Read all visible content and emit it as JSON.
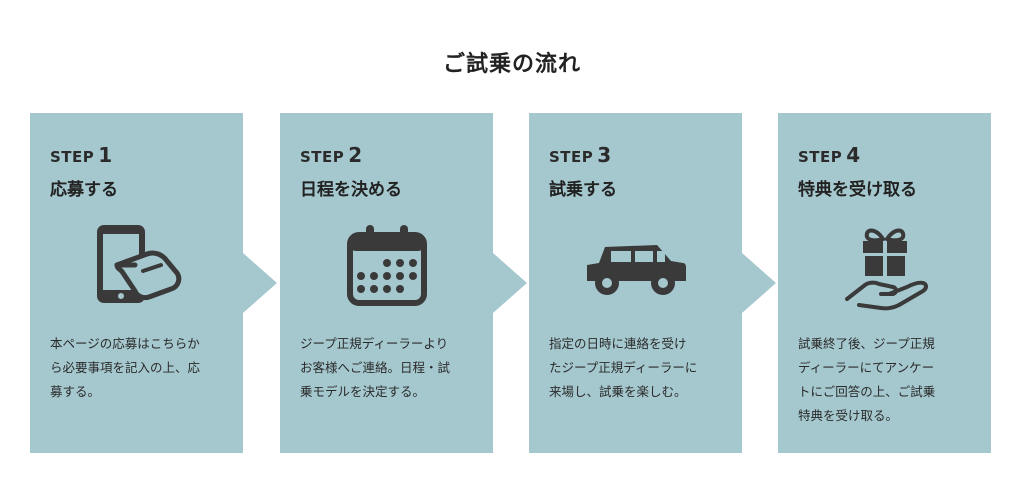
{
  "page": {
    "title": "ご試乗の流れ"
  },
  "colors": {
    "card_background": "#a5c8cf",
    "icon": "#3a3a3a",
    "text": "#222222"
  },
  "steps": [
    {
      "step_word": "STEP",
      "number": "1",
      "title": "応募する",
      "icon": "smartphone-tap-icon",
      "description": "本ページの応募はこちらか\nら必要事項を記入の上、応\n募する。"
    },
    {
      "step_word": "STEP",
      "number": "2",
      "title": "日程を決める",
      "icon": "calendar-icon",
      "description": "ジープ正規ディーラーより\nお客様へご連絡。日程・試\n乗モデルを決定する。"
    },
    {
      "step_word": "STEP",
      "number": "3",
      "title": "試乗する",
      "icon": "jeep-car-icon",
      "description": "指定の日時に連絡を受け\nたジープ正規ディーラーに\n来場し、試乗を楽しむ。"
    },
    {
      "step_word": "STEP",
      "number": "4",
      "title": "特典を受け取る",
      "icon": "gift-hand-icon",
      "description": "試乗終了後、ジープ正規\nディーラーにてアンケー\nトにご回答の上、ご試乗\n特典を受け取る。"
    }
  ]
}
